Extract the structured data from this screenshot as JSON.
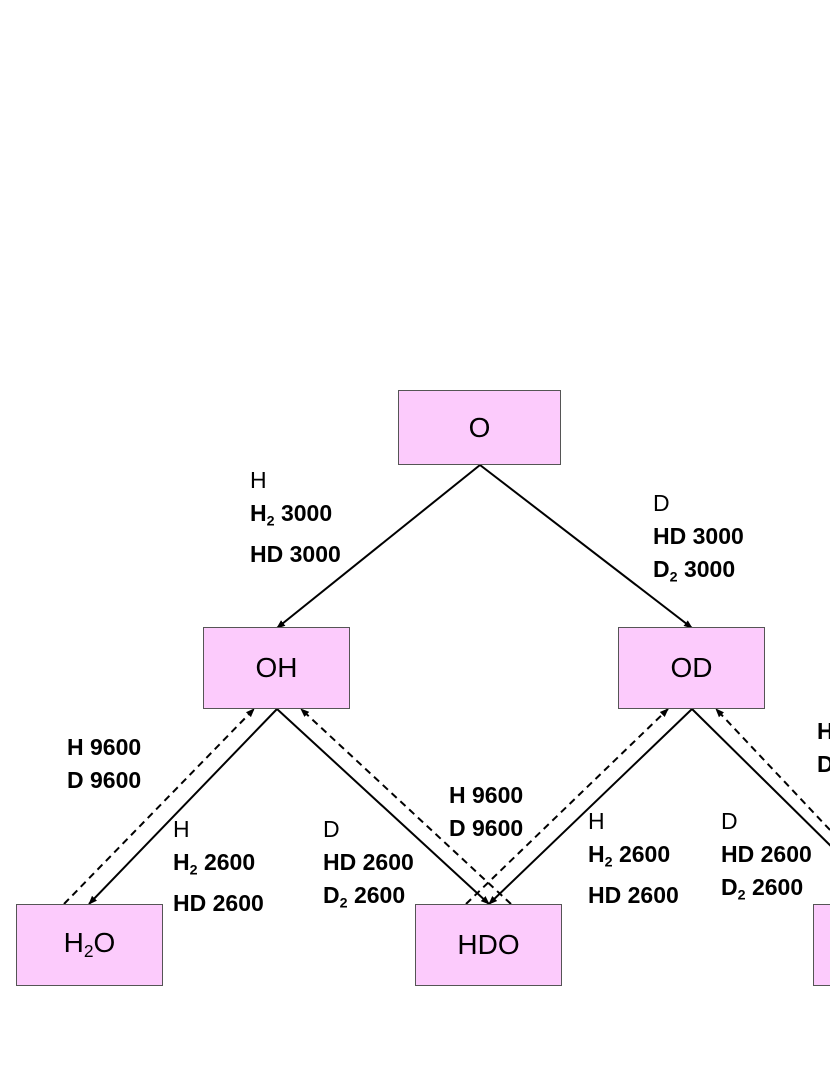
{
  "nodes": {
    "o": {
      "text": "O"
    },
    "oh": {
      "text": "OH"
    },
    "od": {
      "text": "OD"
    },
    "h2o": {
      "pre": "H",
      "sub": "2",
      "post": "O"
    },
    "hdo": {
      "text": "HDO"
    }
  },
  "labels": {
    "o_to_oh": {
      "l1": "H",
      "l2_pre": "H",
      "l2_sub": "2",
      "l2_post": " 3000",
      "l3": "HD 3000"
    },
    "o_to_od": {
      "l1": "D",
      "l2": "HD 3000",
      "l3_pre": "D",
      "l3_sub": "2",
      "l3_post": " 3000"
    },
    "h2o_to_oh": {
      "l1": "H 9600",
      "l2": "D 9600"
    },
    "oh_to_h2o": {
      "l1": "H",
      "l2_pre": "H",
      "l2_sub": "2",
      "l2_post": " 2600",
      "l3": "HD 2600"
    },
    "oh_to_hdo": {
      "l1": "D",
      "l2": "HD 2600",
      "l3_pre": "D",
      "l3_sub": "2",
      "l3_post": " 2600"
    },
    "hdo_to_oh": {
      "l1": "H 9600",
      "l2": "D 9600"
    },
    "od_to_hdo": {
      "l1": "H",
      "l2_pre": "H",
      "l2_sub": "2",
      "l2_post": " 2600",
      "l3": "HD 2600"
    },
    "od_to_d2o": {
      "l1": "D",
      "l2": "HD 2600",
      "l3_pre": "D",
      "l3_sub": "2",
      "l3_post": " 2600"
    },
    "cut_right": {
      "l1": "H",
      "l2": "D"
    }
  }
}
